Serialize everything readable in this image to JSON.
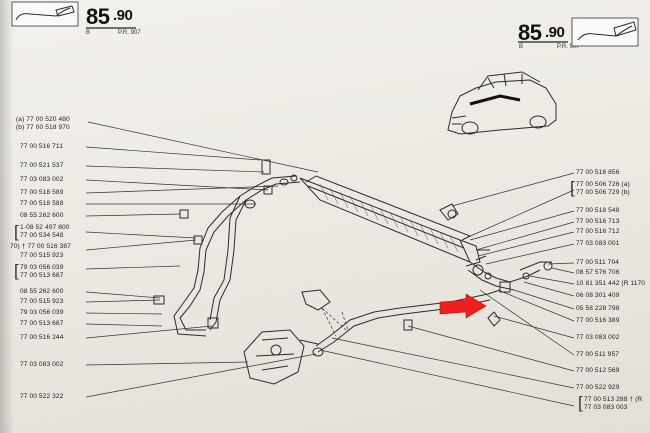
{
  "header_left": {
    "number_main": "85",
    "number_sub": ".90",
    "letter": "B",
    "ref": "P.R. 907"
  },
  "header_right": {
    "number_main": "85",
    "number_sub": ".90",
    "letter": "B",
    "ref": "P.R. 907"
  },
  "left_parts": [
    {
      "label": "(a)  77 00 520 480"
    },
    {
      "label": "(b)  77 00 518 970"
    },
    {
      "label": "77 00 516 711"
    },
    {
      "label": "77 00 521 537"
    },
    {
      "label": "77 03 083 002"
    },
    {
      "label": "77 00 518 589"
    },
    {
      "label": "77 00 518 588"
    },
    {
      "label": "08 55 262 600"
    },
    {
      "label": "1·08 52 497 800"
    },
    {
      "label": "77 00 534 548"
    },
    {
      "label": "70) † 77 00 516 387"
    },
    {
      "label": "77 00 515 923"
    },
    {
      "label": "79 03 056 039"
    },
    {
      "label": "77 00 513 687"
    },
    {
      "label": "08 55 262 600"
    },
    {
      "label": "77 00 515 923"
    },
    {
      "label": "79 03 056 039"
    },
    {
      "label": "77 00 513 687"
    },
    {
      "label": "77 00 516 244"
    },
    {
      "label": "77 03 083 002"
    },
    {
      "label": "77 00 522 322"
    }
  ],
  "right_parts": [
    {
      "label": "77 00 516 856"
    },
    {
      "label": "77 00 506 726 (a)"
    },
    {
      "label": "77 00 506 729 (b)"
    },
    {
      "label": "77 00 518 548"
    },
    {
      "label": "77 00 516 713"
    },
    {
      "label": "77 00 516 712"
    },
    {
      "label": "77 03 083 001"
    },
    {
      "label": "77 00 511 704"
    },
    {
      "label": "08 57 576 706"
    },
    {
      "label": "10 81 351 442 (R 1170"
    },
    {
      "label": "06 08 301 409"
    },
    {
      "label": "05 58 228 798"
    },
    {
      "label": "77 00 516 389"
    },
    {
      "label": "77 03 083 002"
    },
    {
      "label": "77 00 511 957"
    },
    {
      "label": "77 00 512 569"
    },
    {
      "label": "77 00 522 929"
    },
    {
      "label": "77 00 513 288 † (R"
    },
    {
      "label": "77 03 083 003"
    }
  ],
  "colors": {
    "arrow": "#ee1f1f",
    "ink": "#2b2b2b",
    "paper": "#efede8"
  }
}
